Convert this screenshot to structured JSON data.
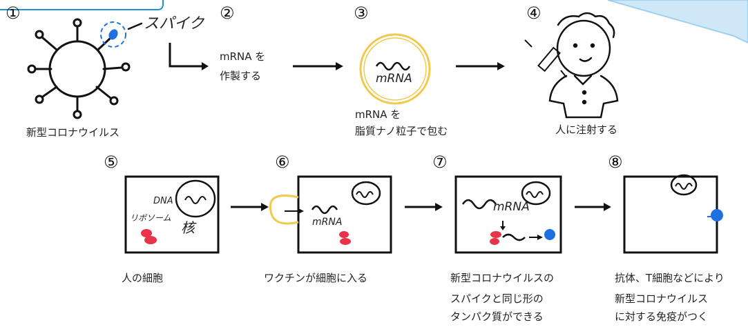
{
  "colors": {
    "ink": "#111111",
    "yellow": "#f2c94c",
    "blue": "#1e6fe0",
    "red": "#e8344a",
    "banner": "#cfe8f7",
    "frame": "#1f8fd6"
  },
  "steps": {
    "s1": {
      "num": "①",
      "label": "新型コロナウイルス",
      "annotation": "スパイク"
    },
    "s2": {
      "num": "②",
      "line1": "mRNA を",
      "line2": "作製する"
    },
    "s3": {
      "num": "③",
      "inner": "mRNA",
      "line1": "mRNA を",
      "line2": "脂質ナノ粒子で包む"
    },
    "s4": {
      "num": "④",
      "label": "人に注射する"
    },
    "s5": {
      "num": "⑤",
      "label": "人の細胞",
      "dna": "DNA",
      "ribosome": "リボソーム",
      "nucleus": "核"
    },
    "s6": {
      "num": "⑥",
      "label": "ワクチンが細胞に入る",
      "inner": "mRNA"
    },
    "s7": {
      "num": "⑦",
      "inner": "mRNA",
      "line1": "新型コロナウイルスの",
      "line2": "スパイクと同じ形の",
      "line3": "タンパク質ができる"
    },
    "s8": {
      "num": "⑧",
      "line1": "抗体、T細胞などにより",
      "line2": "新型コロナウイルス",
      "line3": "に対する免疫がつく"
    }
  }
}
